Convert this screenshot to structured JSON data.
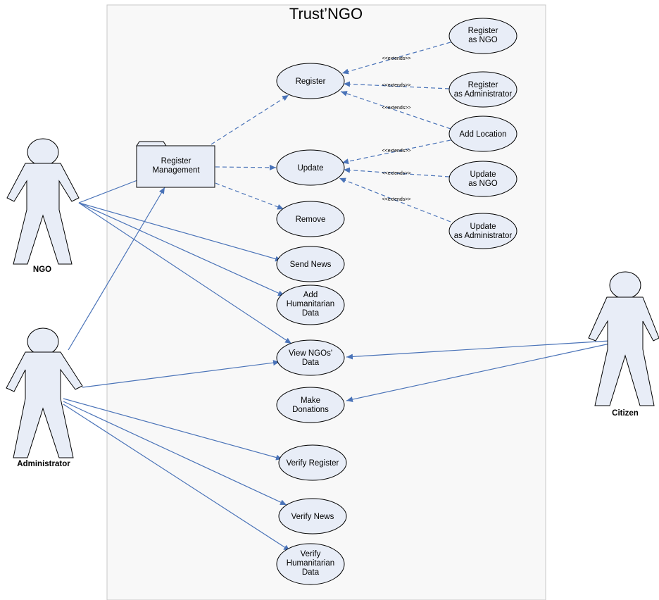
{
  "system": {
    "title": "Trust’NGO"
  },
  "actors": {
    "ngo": "NGO",
    "administrator": "Administrator",
    "citizen": "Citizen"
  },
  "package": {
    "line1": "Register",
    "line2": "Management"
  },
  "use_cases": {
    "register": [
      "Register"
    ],
    "update": [
      "Update"
    ],
    "remove": [
      "Remove"
    ],
    "send_news": [
      "Send News"
    ],
    "add_humanitarian_data": [
      "Add",
      "Humanitarian",
      "Data"
    ],
    "view_ngos_data": [
      "View NGOs'",
      "Data"
    ],
    "make_donations": [
      "Make",
      "Donations"
    ],
    "verify_register": [
      "Verify Register"
    ],
    "verify_news": [
      "Verify News"
    ],
    "verify_humanitarian_data": [
      "Verify",
      "Humanitarian",
      "Data"
    ],
    "register_as_ngo": [
      "Register",
      "as NGO"
    ],
    "register_as_administrator": [
      "Register",
      "as Administrator"
    ],
    "add_location": [
      "Add Location"
    ],
    "update_as_ngo": [
      "Update",
      "as NGO"
    ],
    "update_as_administrator": [
      "Update",
      "as Administrator"
    ]
  },
  "relations": {
    "extends_label": "<<extends>>"
  },
  "colors": {
    "line": "#4a73b8",
    "shape_fill": "#e8edf7",
    "system_fill": "#f8f8f8"
  }
}
